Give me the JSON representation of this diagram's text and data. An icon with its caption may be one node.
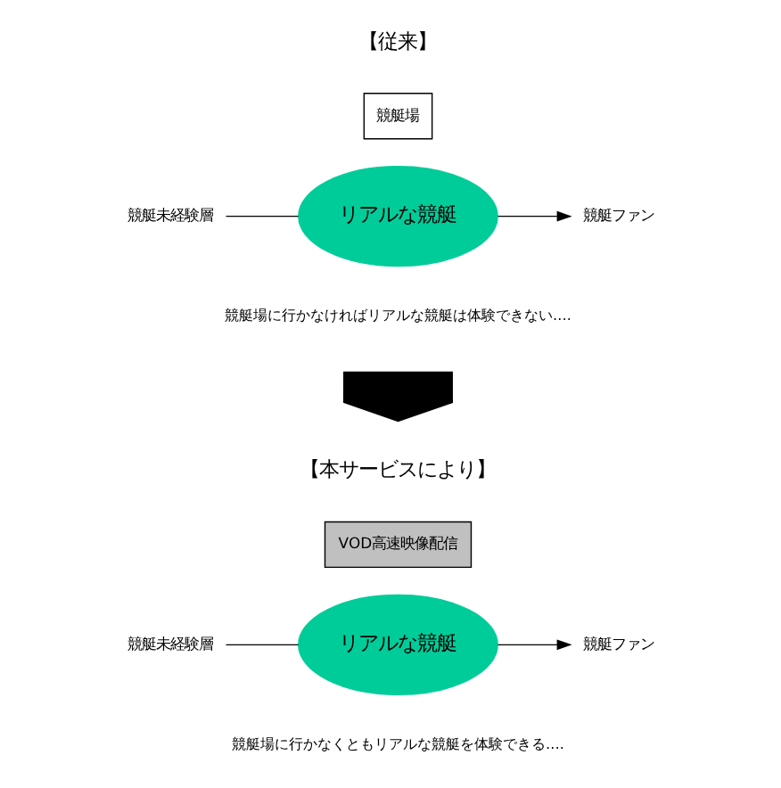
{
  "diagram": {
    "nodes": [
      {
        "text": [
          "競艇未経験層"
        ]
      },
      {
        "text": [
          "競艇場"
        ]
      },
      {
        "text": [
          "リアルな競艇"
        ]
      },
      {
        "text": [
          "競艇ファン"
        ]
      },
      {
        "text": [],
        "shape": "arrow"
      },
      {
        "text": [
          "競艇未経験層"
        ]
      },
      {
        "text": [
          "VOD高速映像配信"
        ]
      },
      {
        "text": [
          "リアルな競艇"
        ]
      },
      {
        "text": [
          "競艇ファン"
        ]
      }
    ],
    "edges": [
      {
        "from": 0,
        "to": 2,
        "arrow": "none"
      },
      {
        "from": 2,
        "to": 3,
        "arrow": "to"
      },
      {
        "from": 5,
        "to": 7,
        "arrow": "none"
      },
      {
        "from": 7,
        "to": 8,
        "arrow": "to"
      }
    ],
    "labels": [
      "【従来】",
      "競艇場に行かなければリアルな競艇は体験できない‥‥",
      "【本サービスにより】",
      "競艇場に行かなくともリアルな競艇を体験できる‥‥"
    ]
  }
}
